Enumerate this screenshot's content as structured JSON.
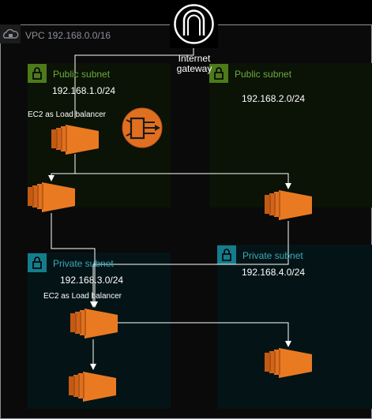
{
  "vpc": {
    "label": "VPC 192.168.0.0/16",
    "icon": "cloud-lock-icon"
  },
  "gateway": {
    "label_line1": "Internet",
    "label_line2": "gateway",
    "icon": "internet-gateway-icon"
  },
  "subnets": [
    {
      "name": "Public subnet",
      "cidr": "192.168.1.0/24",
      "kind": "public",
      "icon": "lock-icon"
    },
    {
      "name": "Public subnet",
      "cidr": "192.168.2.0/24",
      "kind": "public",
      "icon": "lock-icon"
    },
    {
      "name": "Private subnet",
      "cidr": "192.168.3.0/24",
      "kind": "private",
      "icon": "lock-icon"
    },
    {
      "name": "Private subnet",
      "cidr": "192.168.4.0/24",
      "kind": "private",
      "icon": "lock-icon"
    }
  ],
  "annotations": {
    "public_lb": "EC2 as Load balancer",
    "private_lb": "EC2 as Load balancer"
  },
  "icons": {
    "ec2": "ec2-instance-icon",
    "elb": "load-balancer-icon"
  },
  "colors": {
    "public_border": "#7aa116",
    "public_fill": "#0b1206",
    "private_border": "#0e7488",
    "private_fill": "#041416",
    "vpc_border": "#8a8f96",
    "ec2": "#e87a1f",
    "elb": "#e07020",
    "connector": "#ffffff"
  }
}
